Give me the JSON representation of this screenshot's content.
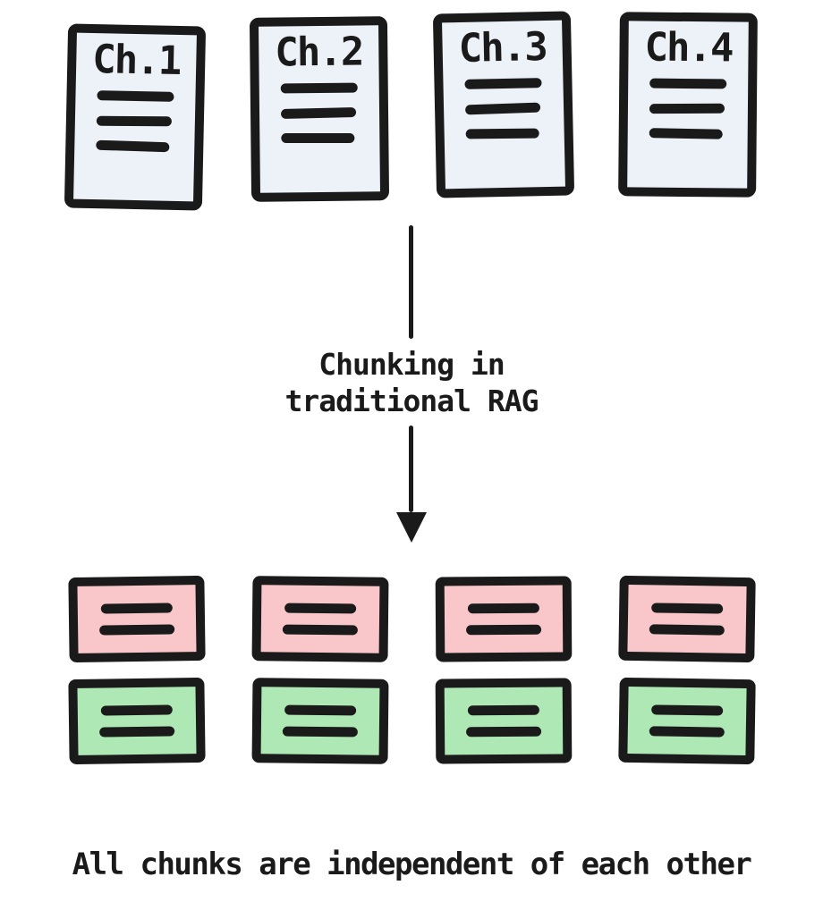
{
  "diagram": {
    "title_hidden": "",
    "documents": [
      {
        "label": "Ch.1"
      },
      {
        "label": "Ch.2"
      },
      {
        "label": "Ch.3"
      },
      {
        "label": "Ch.4"
      }
    ],
    "doc_text_lines_per_document": 3,
    "arrow": {
      "label_line1": "Chunking in",
      "label_line2": "traditional RAG",
      "direction": "down"
    },
    "chunk_rows": [
      {
        "color_name": "pink",
        "count": 4
      },
      {
        "color_name": "green",
        "count": 4
      }
    ],
    "chunk_text_lines_per_chunk": 2,
    "caption": "All chunks are independent of each other",
    "colors": {
      "stroke": "#1a1a1a",
      "doc_fill": "#edf1f8",
      "chunk_pink": "#f9c7ca",
      "chunk_green": "#aee8b5",
      "bg": "#ffffff"
    }
  }
}
